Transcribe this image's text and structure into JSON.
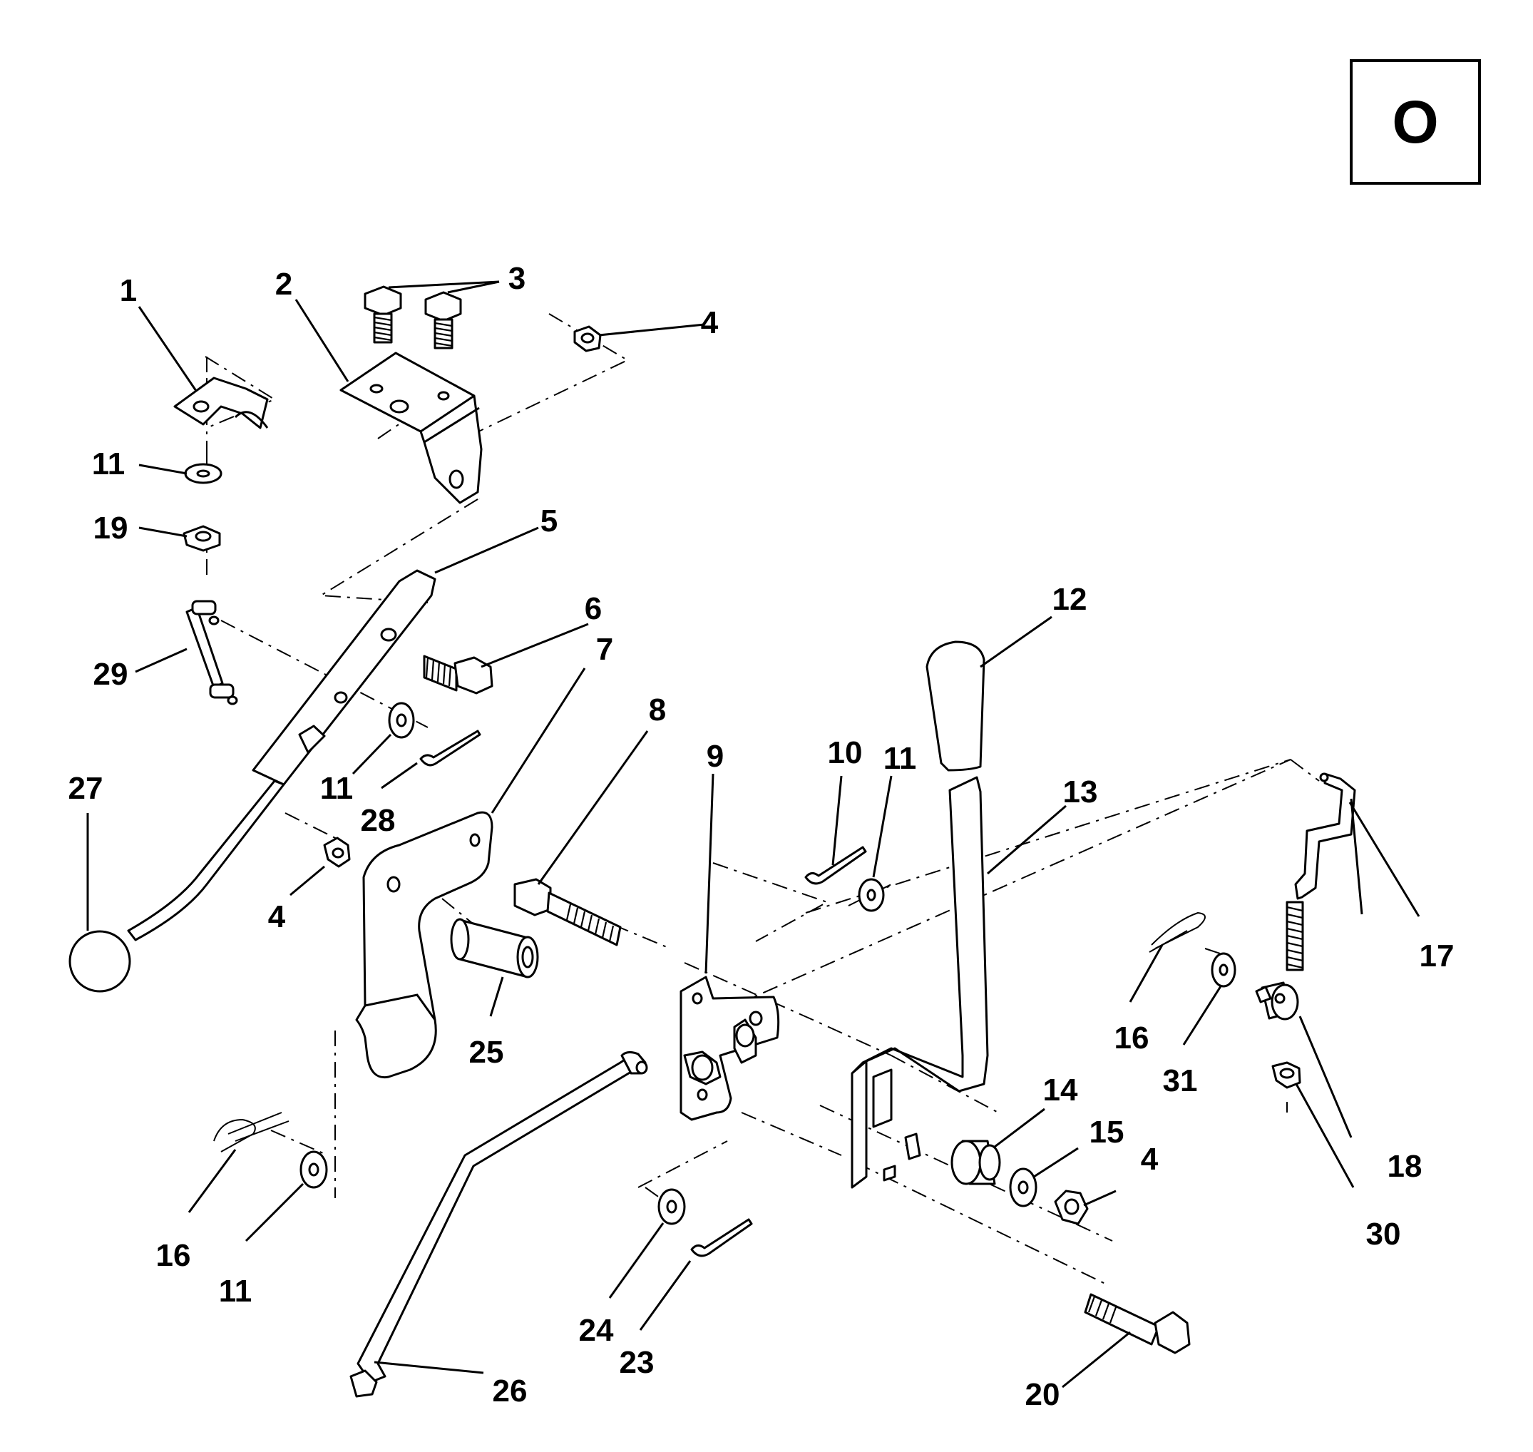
{
  "section": {
    "letter": "O"
  },
  "callouts": [
    {
      "id": "c1",
      "text": "1"
    },
    {
      "id": "c2",
      "text": "2"
    },
    {
      "id": "c3",
      "text": "3"
    },
    {
      "id": "c4a",
      "text": "4"
    },
    {
      "id": "c11a",
      "text": "11"
    },
    {
      "id": "c19",
      "text": "19"
    },
    {
      "id": "c5",
      "text": "5"
    },
    {
      "id": "c6",
      "text": "6"
    },
    {
      "id": "c7",
      "text": "7"
    },
    {
      "id": "c29",
      "text": "29"
    },
    {
      "id": "c11b",
      "text": "11"
    },
    {
      "id": "c28",
      "text": "28"
    },
    {
      "id": "c27",
      "text": "27"
    },
    {
      "id": "c4b",
      "text": "4"
    },
    {
      "id": "c8",
      "text": "8"
    },
    {
      "id": "c9",
      "text": "9"
    },
    {
      "id": "c10",
      "text": "10"
    },
    {
      "id": "c11c",
      "text": "11"
    },
    {
      "id": "c12",
      "text": "12"
    },
    {
      "id": "c13",
      "text": "13"
    },
    {
      "id": "c17",
      "text": "17"
    },
    {
      "id": "c25",
      "text": "25"
    },
    {
      "id": "c16a",
      "text": "16"
    },
    {
      "id": "c31",
      "text": "31"
    },
    {
      "id": "c18",
      "text": "18"
    },
    {
      "id": "c30",
      "text": "30"
    },
    {
      "id": "c14",
      "text": "14"
    },
    {
      "id": "c15",
      "text": "15"
    },
    {
      "id": "c4c",
      "text": "4"
    },
    {
      "id": "c16b",
      "text": "16"
    },
    {
      "id": "c11d",
      "text": "11"
    },
    {
      "id": "c24",
      "text": "24"
    },
    {
      "id": "c23",
      "text": "23"
    },
    {
      "id": "c26",
      "text": "26"
    },
    {
      "id": "c20",
      "text": "20"
    }
  ]
}
